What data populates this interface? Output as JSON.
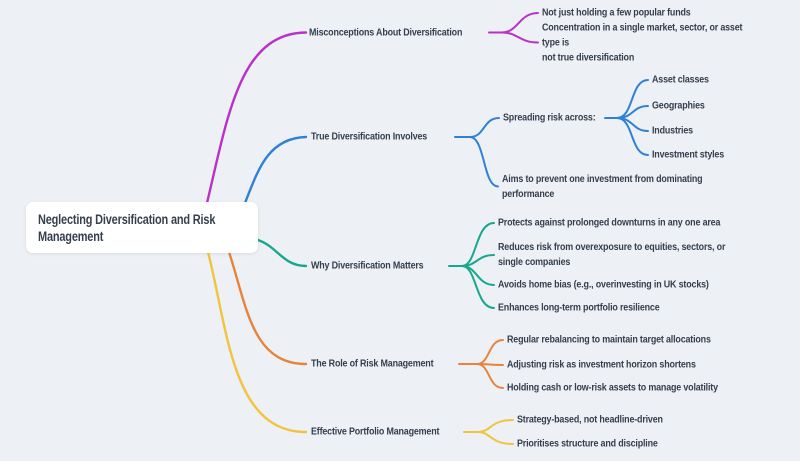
{
  "root": {
    "label": "Neglecting Diversification and Risk Management"
  },
  "colors": {
    "background": "#edf0f4",
    "text": "#353f4d",
    "card": "#ffffff"
  },
  "branches": [
    {
      "label": "Misconceptions About Diversification",
      "color": "#b931c8",
      "children": [
        {
          "label": "Not just holding a few popular funds"
        },
        {
          "label": "Concentration in a single market, sector, or asset type is\nnot true diversification"
        }
      ]
    },
    {
      "label": "True Diversification Involves",
      "color": "#2f81d4",
      "children": [
        {
          "label": "Spreading risk across:",
          "children": [
            {
              "label": "Asset classes"
            },
            {
              "label": "Geographies"
            },
            {
              "label": "Industries"
            },
            {
              "label": "Investment styles"
            }
          ]
        },
        {
          "label": "Aims to prevent one investment from dominating\nperformance"
        }
      ]
    },
    {
      "label": "Why Diversification Matters",
      "color": "#18a78d",
      "children": [
        {
          "label": "Protects against prolonged downturns in any one area"
        },
        {
          "label": "Reduces risk from overexposure to equities, sectors, or\nsingle companies"
        },
        {
          "label": "Avoids home bias (e.g., overinvesting in UK stocks)"
        },
        {
          "label": "Enhances long-term portfolio resilience"
        }
      ]
    },
    {
      "label": "The Role of Risk Management",
      "color": "#e8833b",
      "children": [
        {
          "label": "Regular rebalancing to maintain target allocations"
        },
        {
          "label": "Adjusting risk as investment horizon shortens"
        },
        {
          "label": "Holding cash or low-risk assets to manage volatility"
        }
      ]
    },
    {
      "label": "Effective Portfolio Management",
      "color": "#f2c33c",
      "children": [
        {
          "label": "Strategy-based, not headline-driven"
        },
        {
          "label": "Prioritises structure and discipline"
        }
      ]
    }
  ]
}
